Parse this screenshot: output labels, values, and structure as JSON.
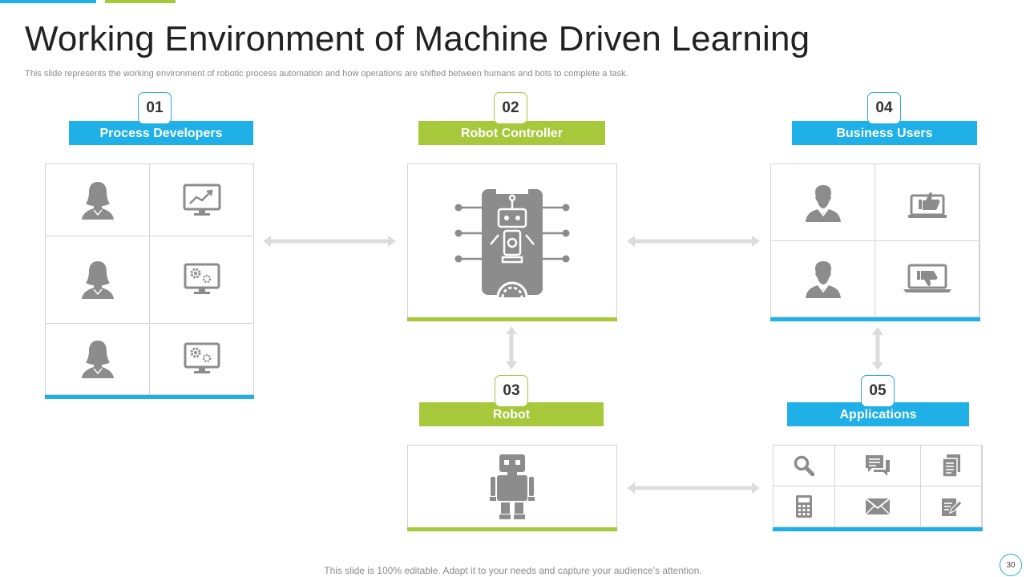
{
  "slide": {
    "title": "Working Environment of Machine Driven Learning",
    "subtitle": "This slide represents the working environment of robotic process automation and how operations are shifted between humans and bots to complete a task.",
    "footer": "This slide is 100% editable. Adapt it to your needs and capture your audience’s attention.",
    "page_number": "30"
  },
  "colors": {
    "blue": "#1fb0e8",
    "green": "#a6c83a",
    "icon": "#8c8c8c",
    "arrow": "#dcdcdc"
  },
  "sections": {
    "process_developers": {
      "number": "01",
      "label": "Process Developers"
    },
    "robot_controller": {
      "number": "02",
      "label": "Robot Controller"
    },
    "robot": {
      "number": "03",
      "label": "Robot"
    },
    "business_users": {
      "number": "04",
      "label": "Business Users"
    },
    "applications": {
      "number": "05",
      "label": "Applications"
    }
  },
  "icons": {
    "process_developers": [
      "female-user-icon",
      "chart-monitor-icon",
      "female-user-icon",
      "gear-monitor-icon",
      "female-user-icon",
      "gear-monitor-icon"
    ],
    "business_users": [
      "male-user-icon",
      "thumbs-up-laptop-icon",
      "male-user-icon",
      "thumbs-down-laptop-icon"
    ],
    "applications": [
      "search-icon",
      "chat-icon",
      "document-icon",
      "calculator-icon",
      "mail-icon",
      "edit-document-icon"
    ]
  }
}
